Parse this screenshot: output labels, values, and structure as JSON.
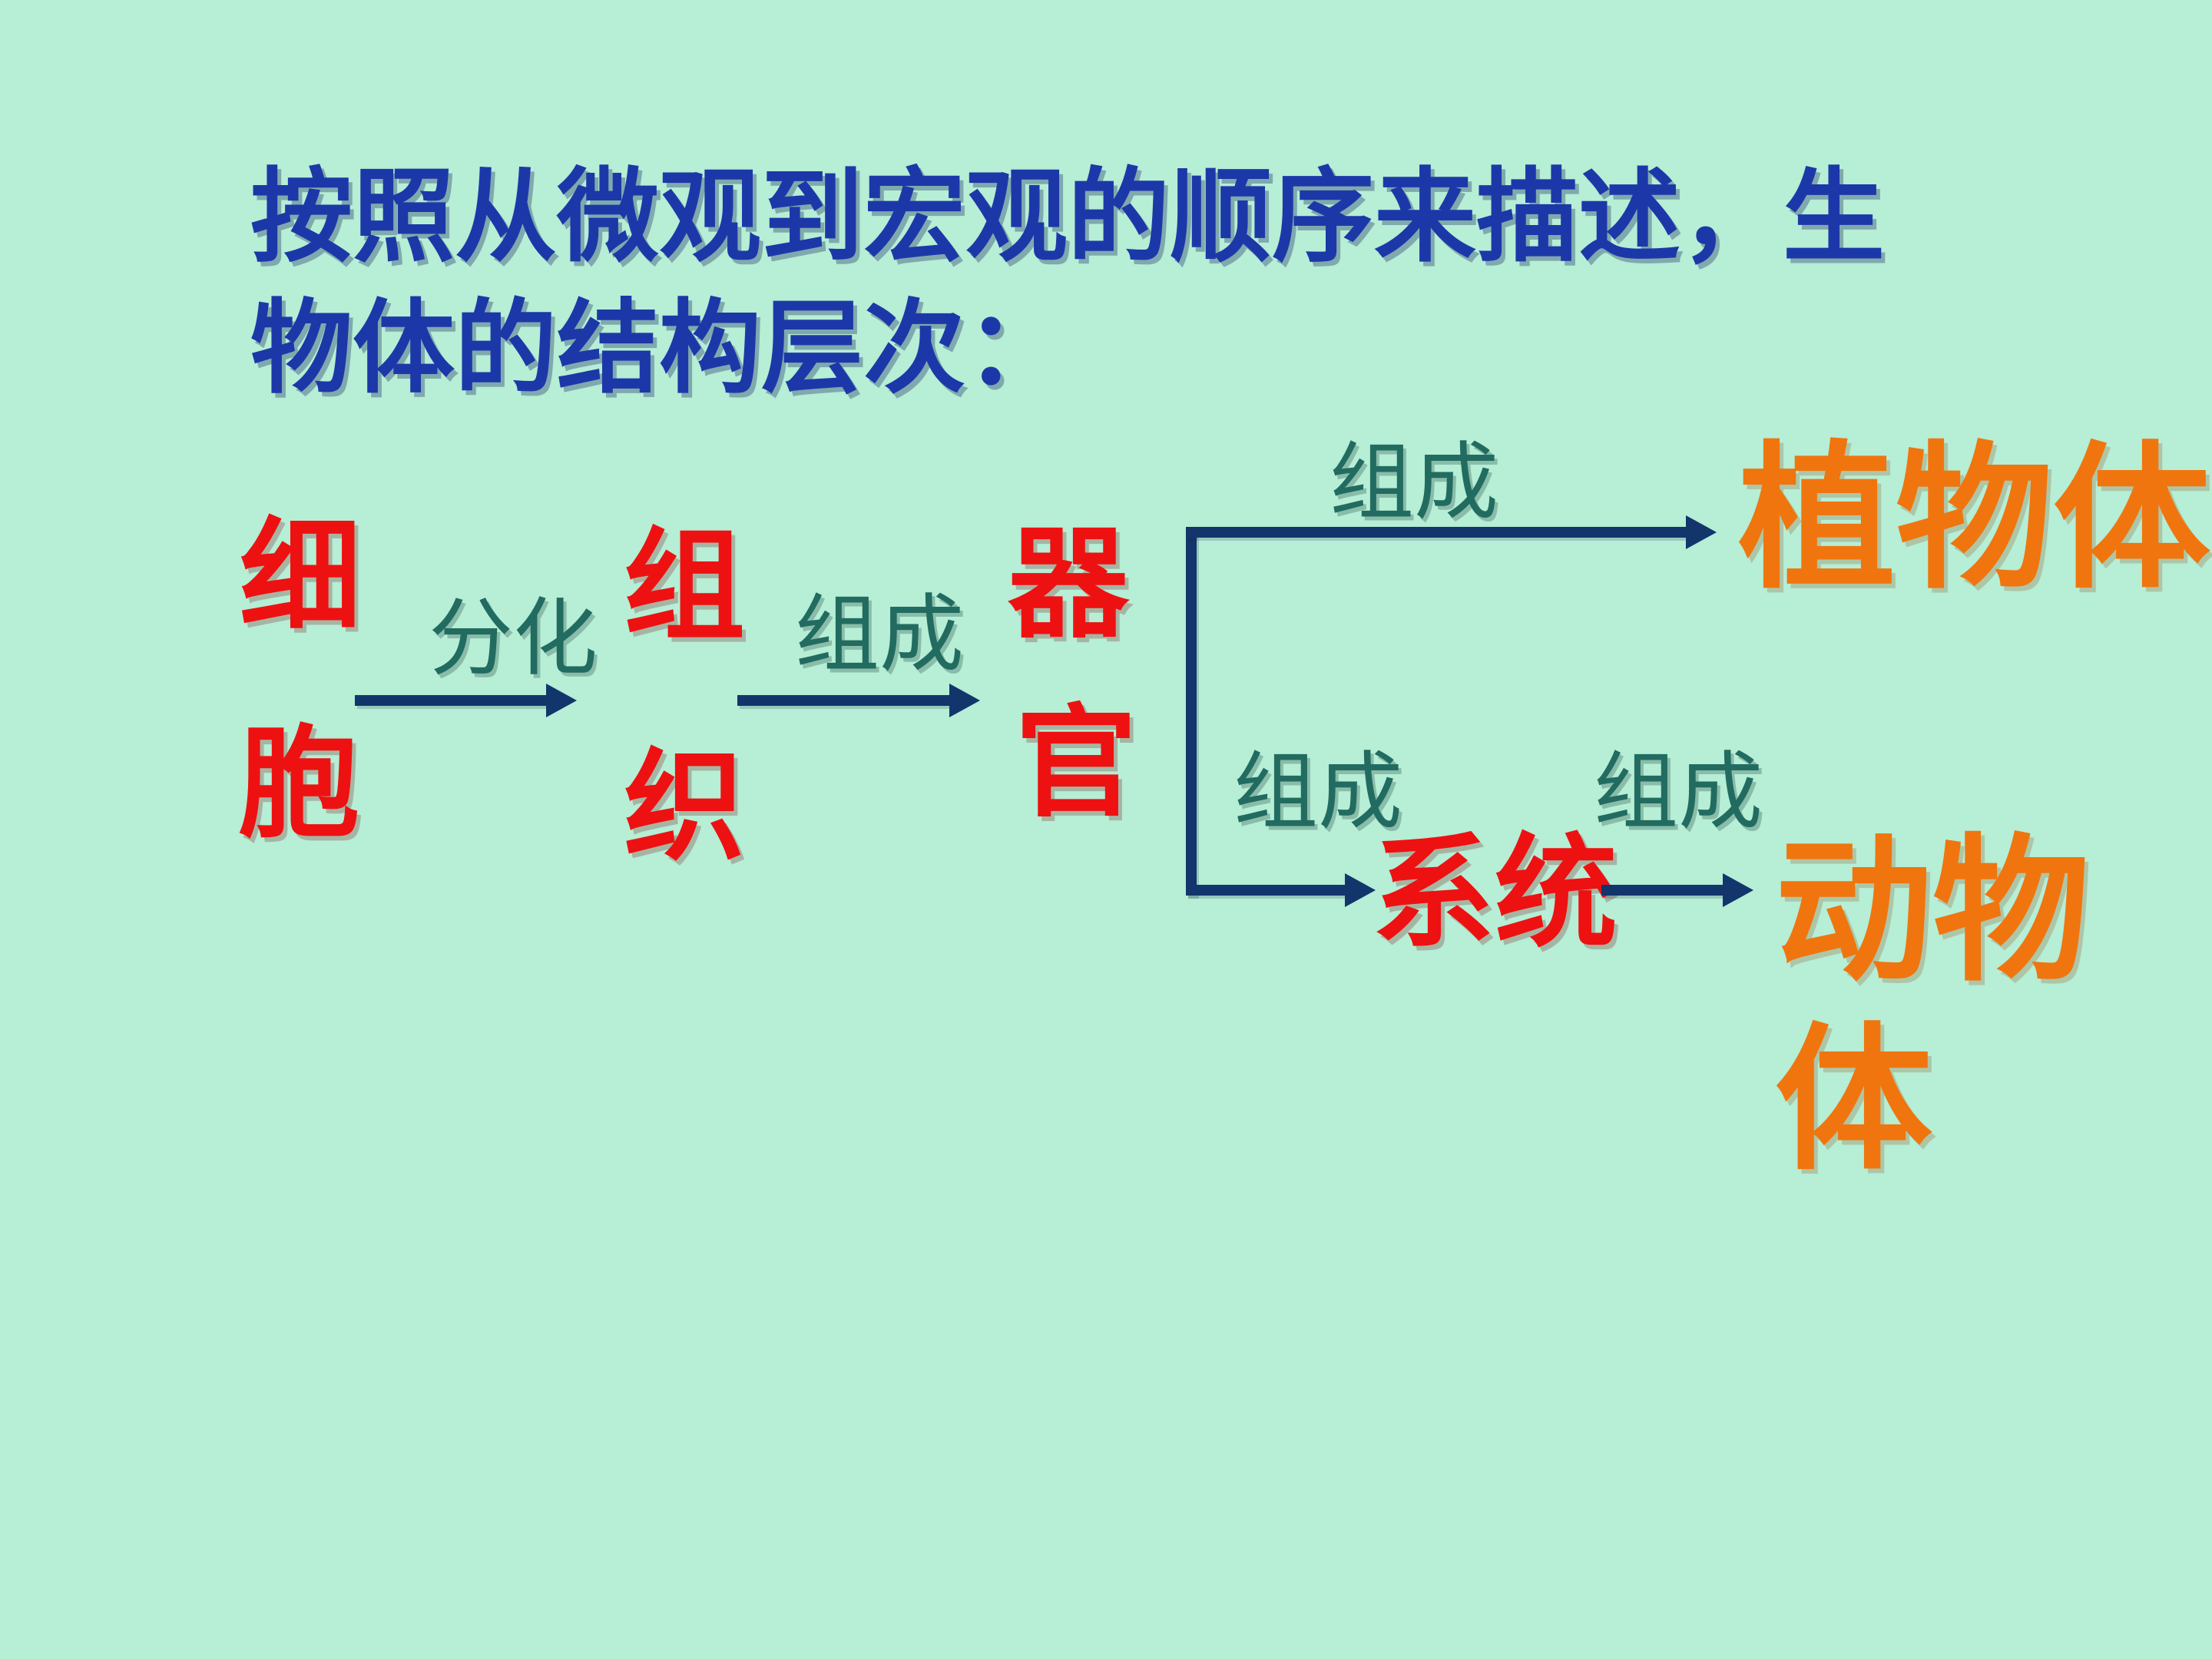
{
  "slide": {
    "colors": {
      "bg": "#b6eed6",
      "title": "#1c38a8",
      "node": "#ee1111",
      "terminal": "#f0750e",
      "label": "#226b60",
      "arrow": "#12366b"
    },
    "title": {
      "line1": "按照从微观到宏观的顺序来描述，生",
      "line2": "物体的结构层次："
    },
    "flow": {
      "cell": {
        "char1": "细",
        "char2": "胞"
      },
      "tissue": {
        "char1": "组",
        "char2": "织"
      },
      "organ": {
        "char1": "器",
        "char2": "官"
      },
      "system": "系统",
      "plant_body": "植物体",
      "animal_body": {
        "line1": "动物",
        "line2": "体"
      },
      "edges": {
        "differentiation": "分化",
        "compose_tissue_organ": "组成",
        "compose_organ_plant": "组成",
        "compose_organ_system": "组成",
        "compose_system_animal": "组成"
      }
    }
  }
}
